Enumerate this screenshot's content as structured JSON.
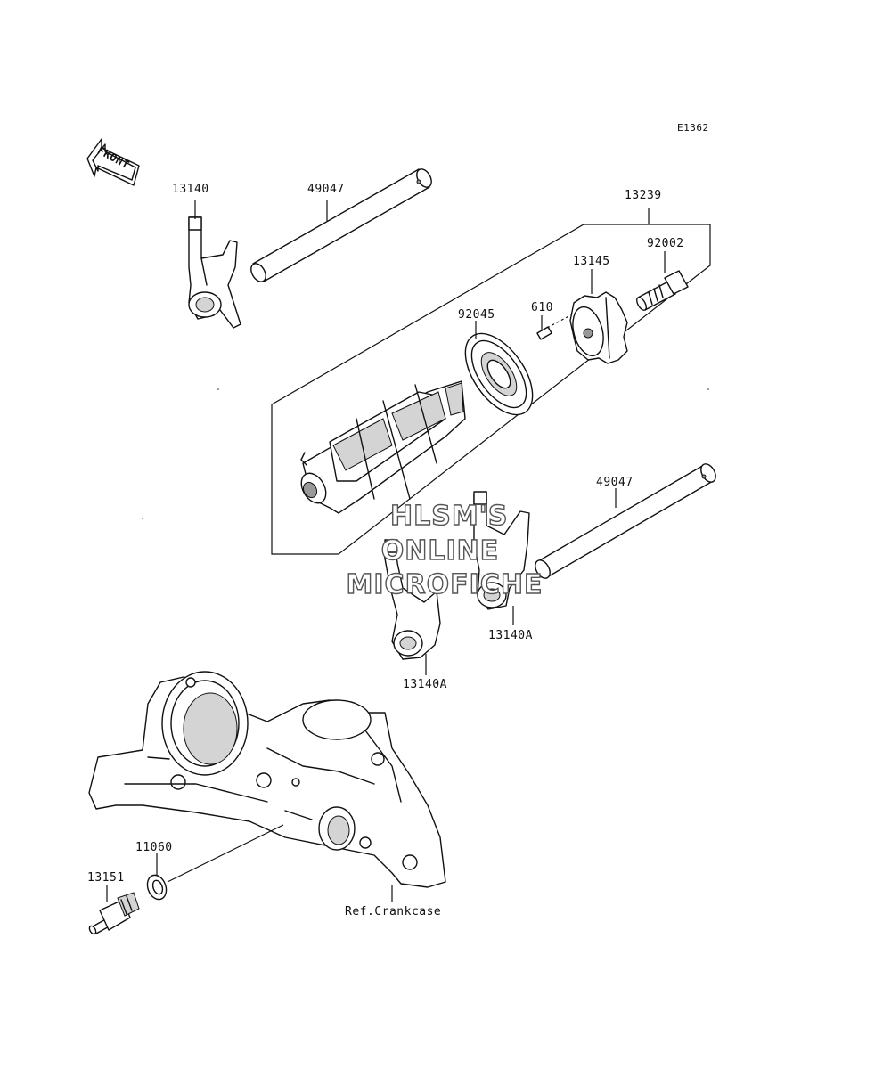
{
  "diagram": {
    "code": "E1362",
    "front_label": "FRONT",
    "parts": [
      {
        "id": "fork-left",
        "label": "13140"
      },
      {
        "id": "rod-top",
        "label": "49047"
      },
      {
        "id": "drum-assembly",
        "label": "13239"
      },
      {
        "id": "bolt",
        "label": "92002"
      },
      {
        "id": "pin-plate",
        "label": "13145"
      },
      {
        "id": "pin",
        "label": "610"
      },
      {
        "id": "bearing",
        "label": "92045"
      },
      {
        "id": "rod-lower",
        "label": "49047"
      },
      {
        "id": "fork-right",
        "label": "13140A"
      },
      {
        "id": "fork-middle",
        "label": "13140A"
      },
      {
        "id": "washer",
        "label": "11060"
      },
      {
        "id": "switch",
        "label": "13151"
      },
      {
        "id": "crankcase",
        "label": "Ref.Crankcase"
      }
    ],
    "watermark": [
      "HLSM'S",
      "ONLINE",
      "MICROFICHE"
    ]
  }
}
